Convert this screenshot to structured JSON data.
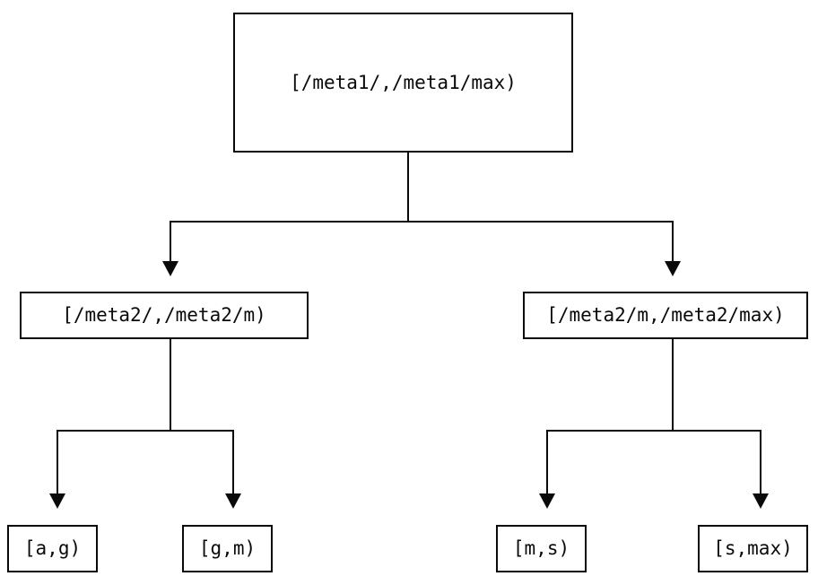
{
  "diagram": {
    "type": "tree",
    "background_color": "#ffffff",
    "line_color": "#0a0a0a",
    "node_border_color": "#0a0a0a",
    "node_fill_color": "#ffffff",
    "text_color": "#0a0a0a",
    "nodes": {
      "root": "[/meta1/,/meta1/max)",
      "level2_left": "[/meta2/,/meta2/m)",
      "level2_right": "[/meta2/m,/meta2/max)",
      "leaf_1": "[a,g)",
      "leaf_2": "[g,m)",
      "leaf_3": "[m,s)",
      "leaf_4": "[s,max)"
    },
    "edges": [
      {
        "from": "root",
        "to": "level2_left"
      },
      {
        "from": "root",
        "to": "level2_right"
      },
      {
        "from": "level2_left",
        "to": "leaf_1"
      },
      {
        "from": "level2_left",
        "to": "leaf_2"
      },
      {
        "from": "level2_right",
        "to": "leaf_3"
      },
      {
        "from": "level2_right",
        "to": "leaf_4"
      }
    ]
  }
}
